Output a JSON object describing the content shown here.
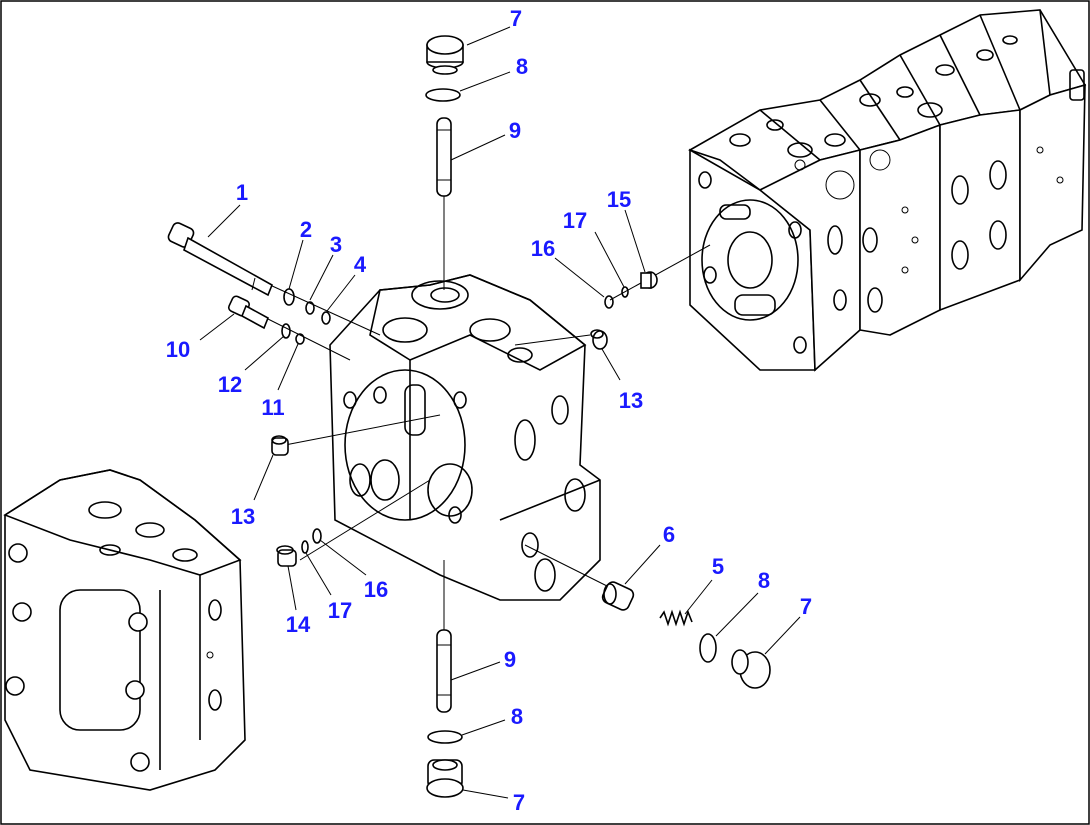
{
  "diagram": {
    "accent_color": "#1a1aff",
    "line_color": "#000000",
    "callouts": [
      {
        "id": "c7a",
        "text": "7"
      },
      {
        "id": "c8a",
        "text": "8"
      },
      {
        "id": "c9a",
        "text": "9"
      },
      {
        "id": "c1",
        "text": "1"
      },
      {
        "id": "c2",
        "text": "2"
      },
      {
        "id": "c3",
        "text": "3"
      },
      {
        "id": "c4",
        "text": "4"
      },
      {
        "id": "c10",
        "text": "10"
      },
      {
        "id": "c12",
        "text": "12"
      },
      {
        "id": "c11",
        "text": "11"
      },
      {
        "id": "c13a",
        "text": "13"
      },
      {
        "id": "c13b",
        "text": "13"
      },
      {
        "id": "c14",
        "text": "14"
      },
      {
        "id": "c17a",
        "text": "17"
      },
      {
        "id": "c16a",
        "text": "16"
      },
      {
        "id": "c16b",
        "text": "16"
      },
      {
        "id": "c17b",
        "text": "17"
      },
      {
        "id": "c15",
        "text": "15"
      },
      {
        "id": "c6",
        "text": "6"
      },
      {
        "id": "c5",
        "text": "5"
      },
      {
        "id": "c8b",
        "text": "8"
      },
      {
        "id": "c7b",
        "text": "7"
      },
      {
        "id": "c9b",
        "text": "9"
      },
      {
        "id": "c8c",
        "text": "8"
      },
      {
        "id": "c7c",
        "text": "7"
      }
    ]
  }
}
